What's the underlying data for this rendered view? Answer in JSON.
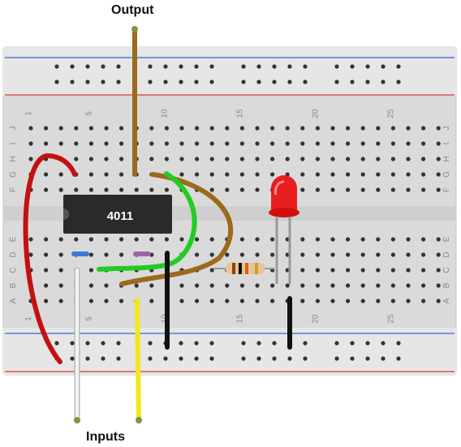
{
  "labels": {
    "output": "Output",
    "inputs": "Inputs",
    "chip": "4011"
  },
  "breadboard": {
    "column_numbers": [
      "1",
      "5",
      "10",
      "15",
      "20",
      "25"
    ],
    "row_letters_top": [
      "J",
      "I",
      "H",
      "G",
      "F"
    ],
    "row_letters_bottom": [
      "E",
      "D",
      "C",
      "B",
      "A"
    ]
  },
  "colors": {
    "board": "#dcdcdc",
    "rail_red": "#d33",
    "rail_blue": "#36c",
    "wire_red": "#cc1111",
    "wire_brown": "#9b6a1c",
    "wire_green": "#22cc22",
    "wire_white": "#e8e8e8",
    "wire_yellow": "#f0e81a",
    "wire_black": "#111111",
    "led": "#e82020",
    "resistor": "#e8c49a"
  }
}
